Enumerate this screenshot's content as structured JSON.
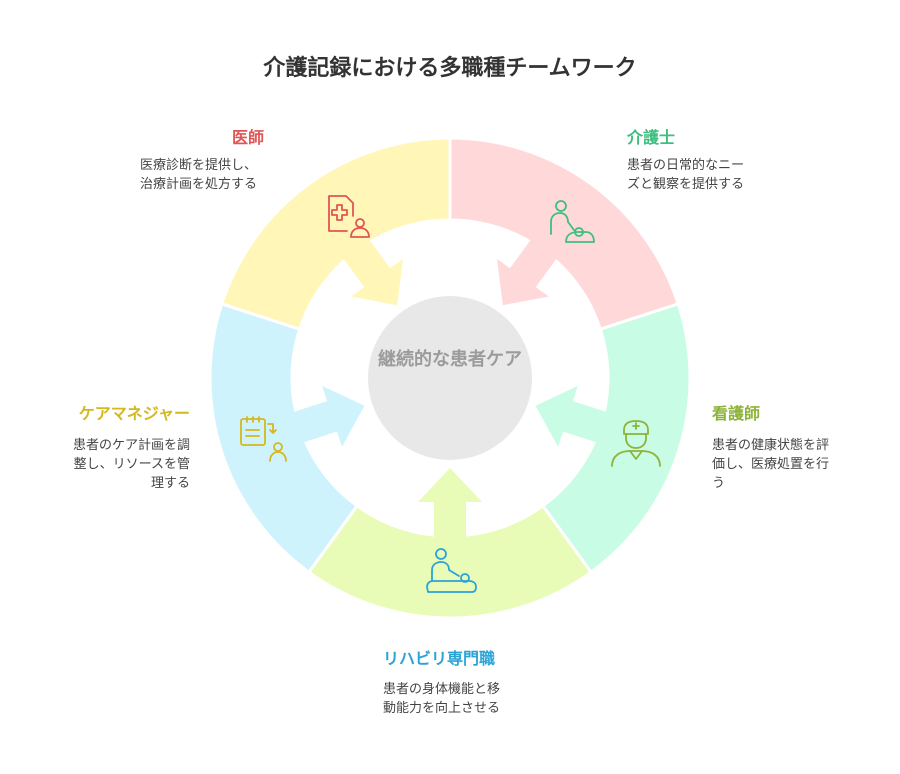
{
  "title": "介護記録における多職種チームワーク",
  "center": "継続的な患者ケア",
  "roles": [
    {
      "key": "doctor",
      "name": "医師",
      "description": "医療診断を提供し、\n治療計画を処方する",
      "color": "#e05555",
      "fill": "#ffd9d9",
      "icon": "medical-chart-icon"
    },
    {
      "key": "caregiver",
      "name": "介護士",
      "description": "患者の日常的なニー\nズと観察を提供する",
      "color": "#3dbf7e",
      "fill": "#c8fce4",
      "icon": "caregiver-icon"
    },
    {
      "key": "nurse",
      "name": "看護師",
      "description": "患者の健康状態を評\n価し、医療処置を行\nう",
      "color": "#8db33a",
      "fill": "#e8fcb8",
      "icon": "nurse-icon"
    },
    {
      "key": "rehab",
      "name": "リハビリ専門職",
      "description": "患者の身体機能と移\n動能力を向上させる",
      "color": "#2aa3d6",
      "fill": "#cff3fd",
      "icon": "therapy-icon"
    },
    {
      "key": "care_manager",
      "name": "ケアマネジャー",
      "description": "患者のケア計画を調\n整し、リソースを管\n理する",
      "color": "#d4b81f",
      "fill": "#fff6b8",
      "icon": "care-plan-icon"
    }
  ]
}
